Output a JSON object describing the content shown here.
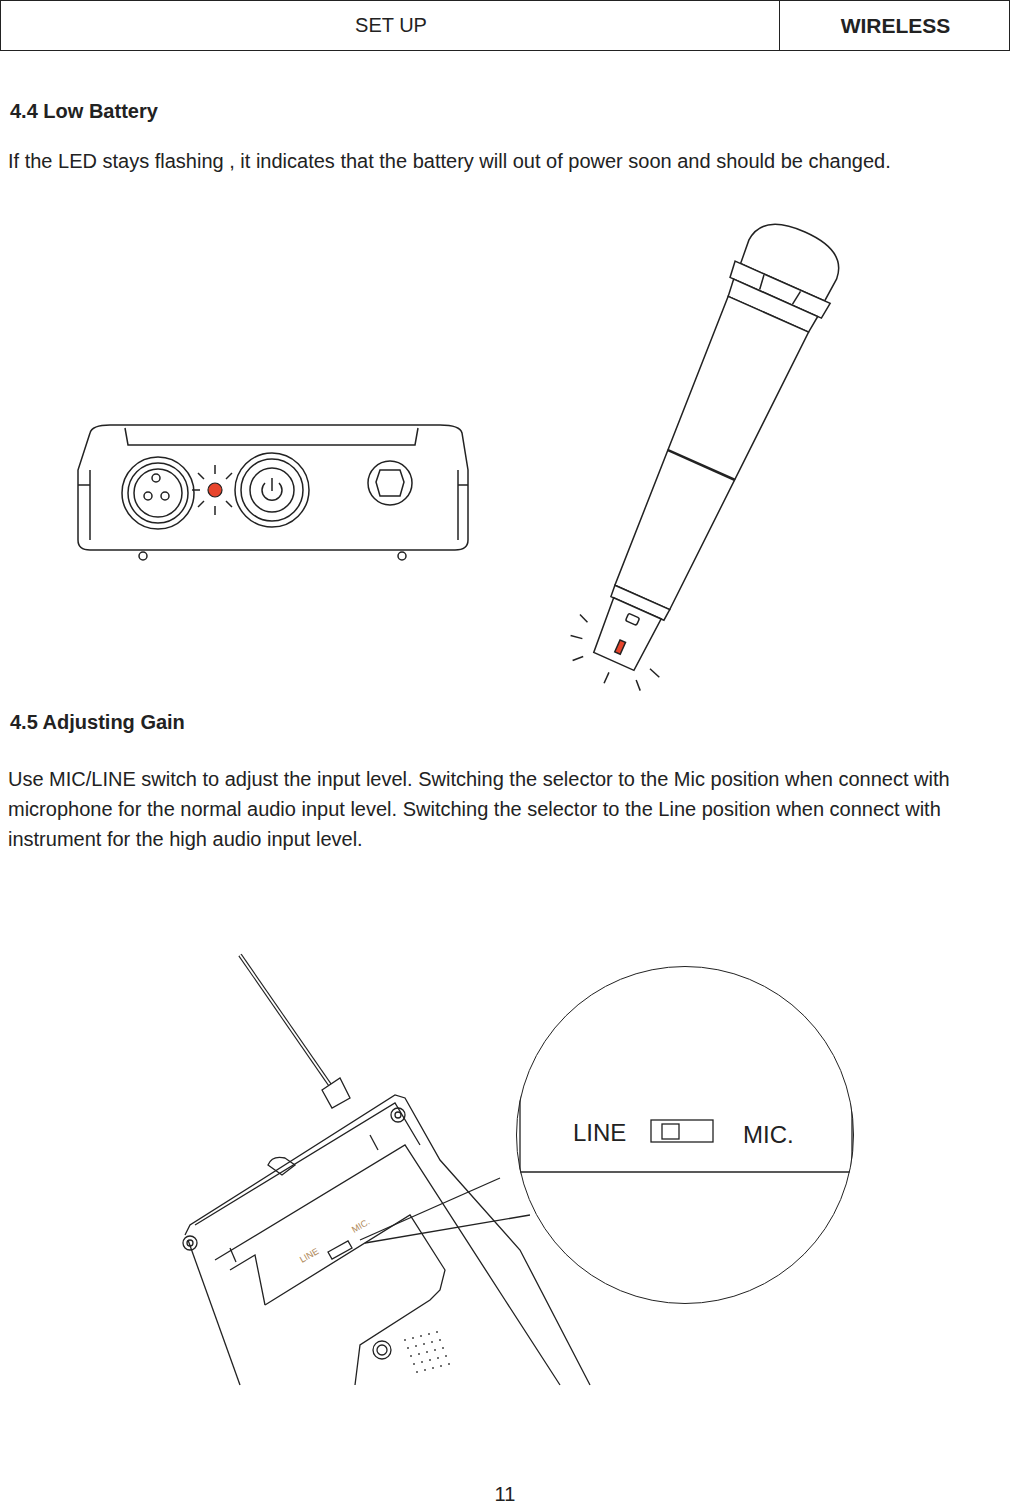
{
  "diagram": {
    "nodes": [
      {
        "text": [
          "SET UP"
        ]
      },
      {
        "text": [
          "WIRELESS"
        ]
      },
      {
        "text": [
          "LINE",
          "MIC."
        ]
      }
    ],
    "labels": [
      "4.4 Low Battery",
      "If the LED stays flashing , it indicates that the battery will out of power soon and should be changed.",
      "4.5 Adjusting Gain",
      "Use MIC/LINE switch to adjust the input level. Switching the selector to the Mic position when connect with microphone for the normal audio input level. Switching the selector to the Line position when connect with instrument for the high audio input level.",
      "LINE",
      "MIC.",
      "11"
    ]
  }
}
